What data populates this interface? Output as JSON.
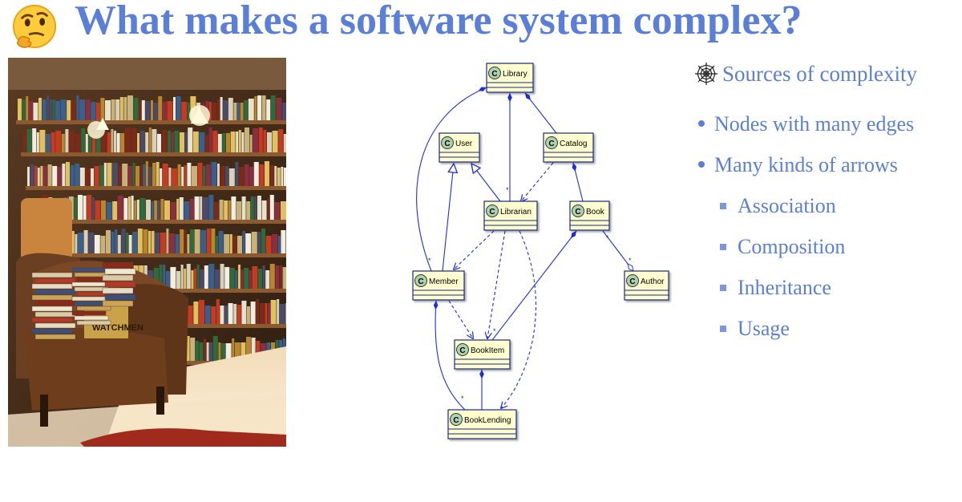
{
  "title": "What makes a software system complex?",
  "uml_classes": [
    {
      "name": "Library"
    },
    {
      "name": "User"
    },
    {
      "name": "Catalog"
    },
    {
      "name": "Librarian"
    },
    {
      "name": "Book"
    },
    {
      "name": "Member"
    },
    {
      "name": "Author"
    },
    {
      "name": "BookItem"
    },
    {
      "name": "BookLending"
    }
  ],
  "class_marker": "C",
  "multiplicity": "*",
  "panel": {
    "heading": "Sources of complexity",
    "bullets": [
      {
        "text": "Nodes with many edges",
        "level": 1
      },
      {
        "text": "Many kinds of arrows",
        "level": 1
      },
      {
        "text": "Association",
        "level": 2
      },
      {
        "text": "Composition",
        "level": 2
      },
      {
        "text": "Inheritance",
        "level": 2
      },
      {
        "text": "Usage",
        "level": 2
      }
    ]
  },
  "colors": {
    "accent": "#5b7fd6",
    "uml_line": "#1f2fd6",
    "uml_box": "#fefece",
    "uml_box_border": "#1c2a80",
    "class_circle": "#add1b2"
  }
}
